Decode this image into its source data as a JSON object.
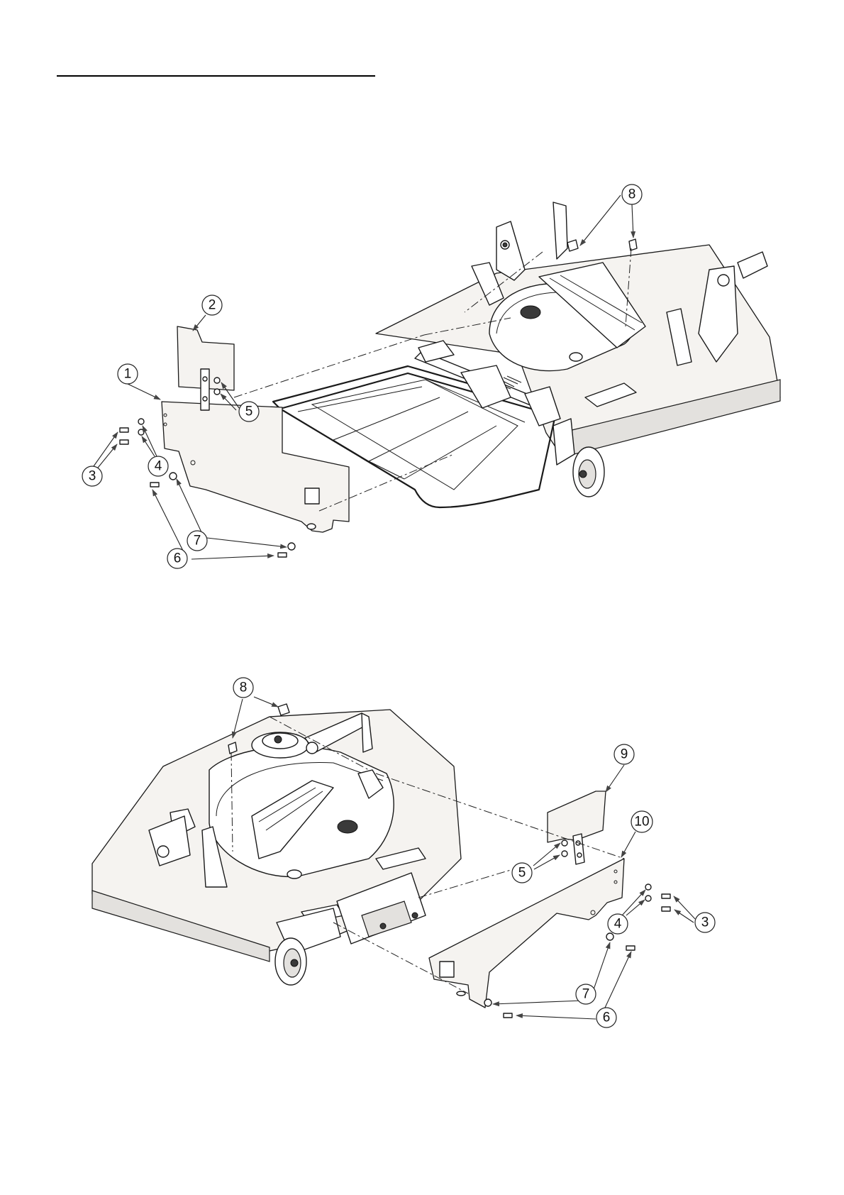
{
  "figure_top": {
    "callouts": [
      "1",
      "2",
      "3",
      "4",
      "5",
      "6",
      "7",
      "8"
    ]
  },
  "figure_bottom": {
    "callouts": [
      "3",
      "4",
      "5",
      "6",
      "7",
      "8",
      "9",
      "10"
    ]
  }
}
